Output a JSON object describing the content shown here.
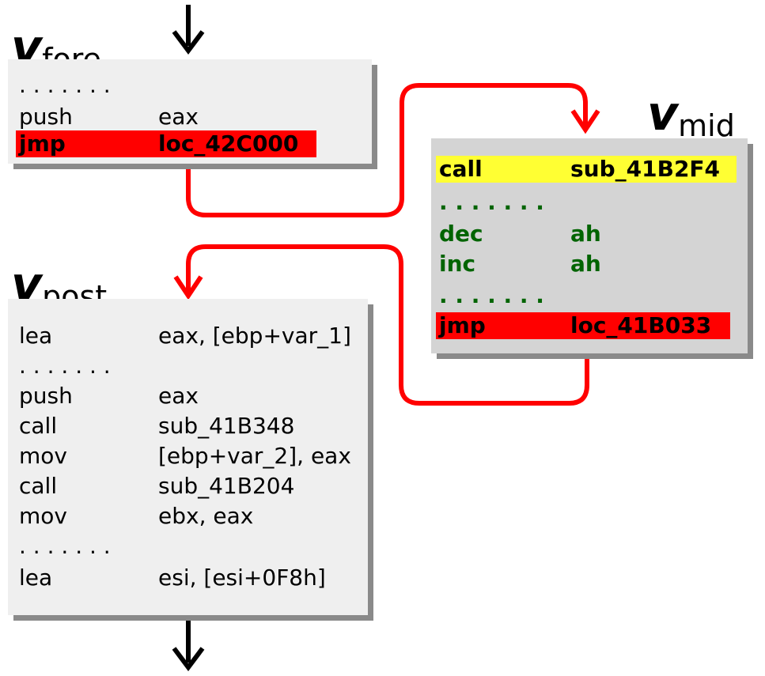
{
  "colors": {
    "box_fore_fill": "#efefef",
    "box_mid_fill": "#d4d4d4",
    "box_post_fill": "#efefef",
    "shadow": "#8a8a8a",
    "highlight_red": "#ff0000",
    "highlight_yellow": "#ffff33",
    "green_text": "#006400",
    "arrow_red": "#ff0000",
    "arrow_black": "#000000"
  },
  "fore": {
    "title_v": "v",
    "title_sub": "fore",
    "dots": ".   .   .   .   .   .   .",
    "lines": [
      {
        "op": "push",
        "arg": "eax"
      },
      {
        "op": "jmp",
        "arg": "loc_42C000"
      }
    ]
  },
  "mid": {
    "title_v": "v",
    "title_sub": "mid",
    "call": {
      "op": "call",
      "arg": "sub_41B2F4"
    },
    "dots1": ".   .   .   .   .   .   .",
    "dec": {
      "op": "dec",
      "arg": "ah"
    },
    "inc": {
      "op": "inc",
      "arg": "ah"
    },
    "dots2": ".   .   .   .   .   .   .",
    "jmp": {
      "op": "jmp",
      "arg": "loc_41B033"
    }
  },
  "post": {
    "title_v": "v",
    "title_sub": "post",
    "line1": {
      "op": "lea",
      "arg": "eax, [ebp+var_1]"
    },
    "dots1": ".   .   .   .   .   .   .",
    "lines": [
      {
        "op": "push",
        "arg": "eax"
      },
      {
        "op": "call",
        "arg": "sub_41B348"
      },
      {
        "op": "mov",
        "arg": "[ebp+var_2], eax"
      },
      {
        "op": "call",
        "arg": "sub_41B204"
      },
      {
        "op": "mov",
        "arg": "ebx, eax"
      }
    ],
    "dots2": ".   .   .   .   .   .   .",
    "last": {
      "op": "lea",
      "arg": "esi, [esi+0F8h]"
    }
  }
}
